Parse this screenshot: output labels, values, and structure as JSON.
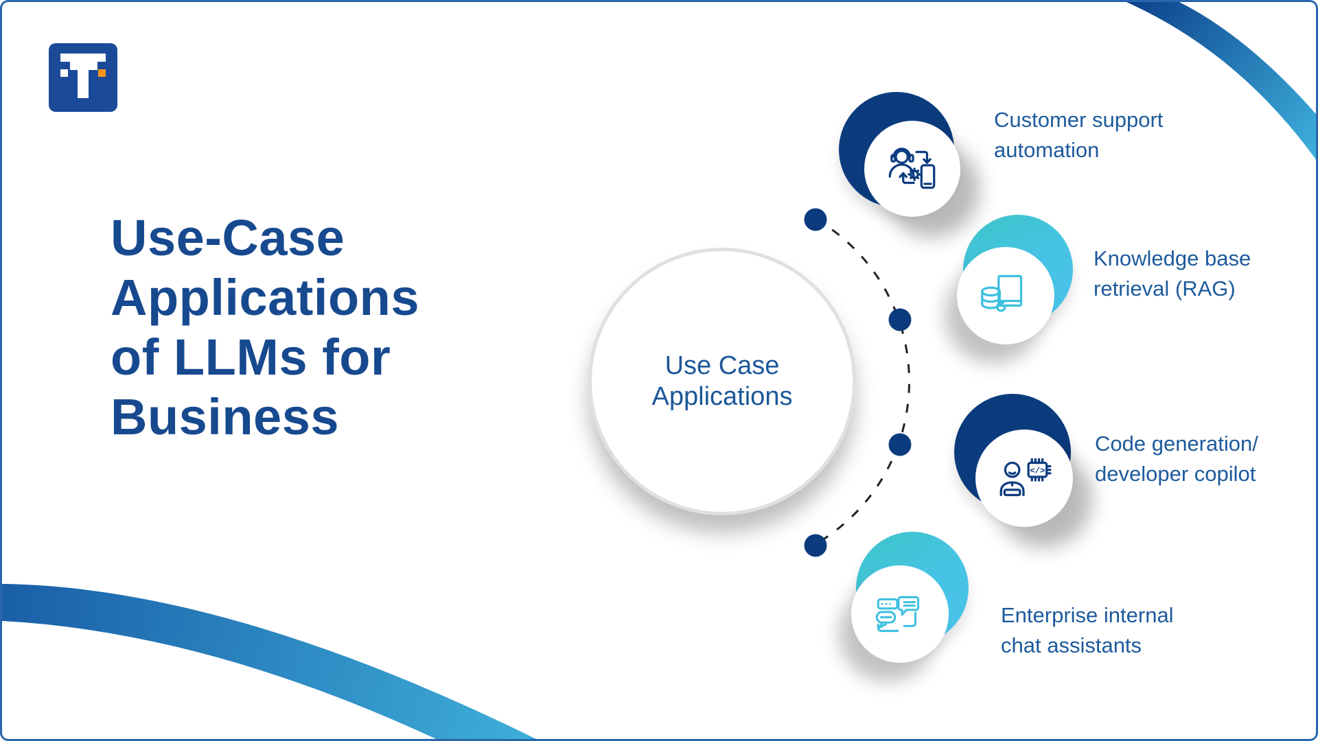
{
  "page": {
    "background": "#ffffff",
    "border_color": "#2a66ae"
  },
  "logo": {
    "letter": "T",
    "navy": "#1b4a98",
    "accent_orange": "#f7941e"
  },
  "title": {
    "lines": [
      "Use-Case",
      "Applications",
      "of LLMs for",
      "Business"
    ],
    "color": "#17498f"
  },
  "center": {
    "line1": "Use Case",
    "line2": "Applications",
    "text_color": "#1c5799"
  },
  "satellites": [
    {
      "id": "customer-support",
      "label_line1": "Customer support",
      "label_line2": "automation",
      "circle_color": "#0b3b7d",
      "icon": "support-agent-phone-icon"
    },
    {
      "id": "knowledge-base",
      "label_line1": "Knowledge base",
      "label_line2": "retrieval (RAG)",
      "circle_color": "#47c3e6",
      "icon": "database-book-icon"
    },
    {
      "id": "code-generation",
      "label_line1": "Code generation/",
      "label_line2": "developer copilot",
      "circle_color": "#0b3b7d",
      "icon": "developer-chip-icon"
    },
    {
      "id": "enterprise-chat",
      "label_line1": "Enterprise internal",
      "label_line2": "chat assistants",
      "circle_color": "#47c3e6",
      "icon": "chat-bubbles-icon"
    }
  ],
  "colors": {
    "navy_circle": "#0b3b7d",
    "cyan_circle": "#47c3e6",
    "label_blue": "#1d5a9c",
    "dashed_line": "#222222",
    "swoosh_dark": "#0c4089",
    "swoosh_light": "#3fb4e0"
  }
}
